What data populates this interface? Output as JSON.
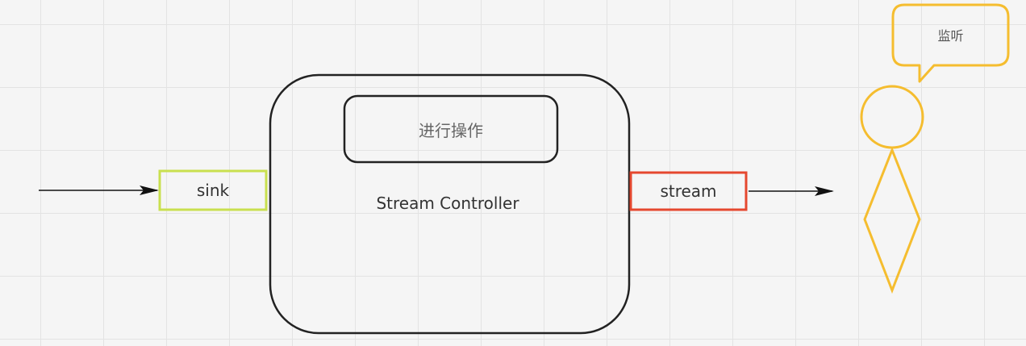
{
  "diagram": {
    "sink_label": "sink",
    "stream_label": "stream",
    "operation_label": "进行操作",
    "controller_label": "Stream Controller",
    "listener_label": "监听"
  },
  "colors": {
    "sink_border": "#c9e04f",
    "stream_border": "#e5482f",
    "listener": "#f5bd2f",
    "controller_border": "#222222",
    "arrow": "#111111",
    "grid": "#e3e3e3",
    "background": "#f5f5f5"
  }
}
